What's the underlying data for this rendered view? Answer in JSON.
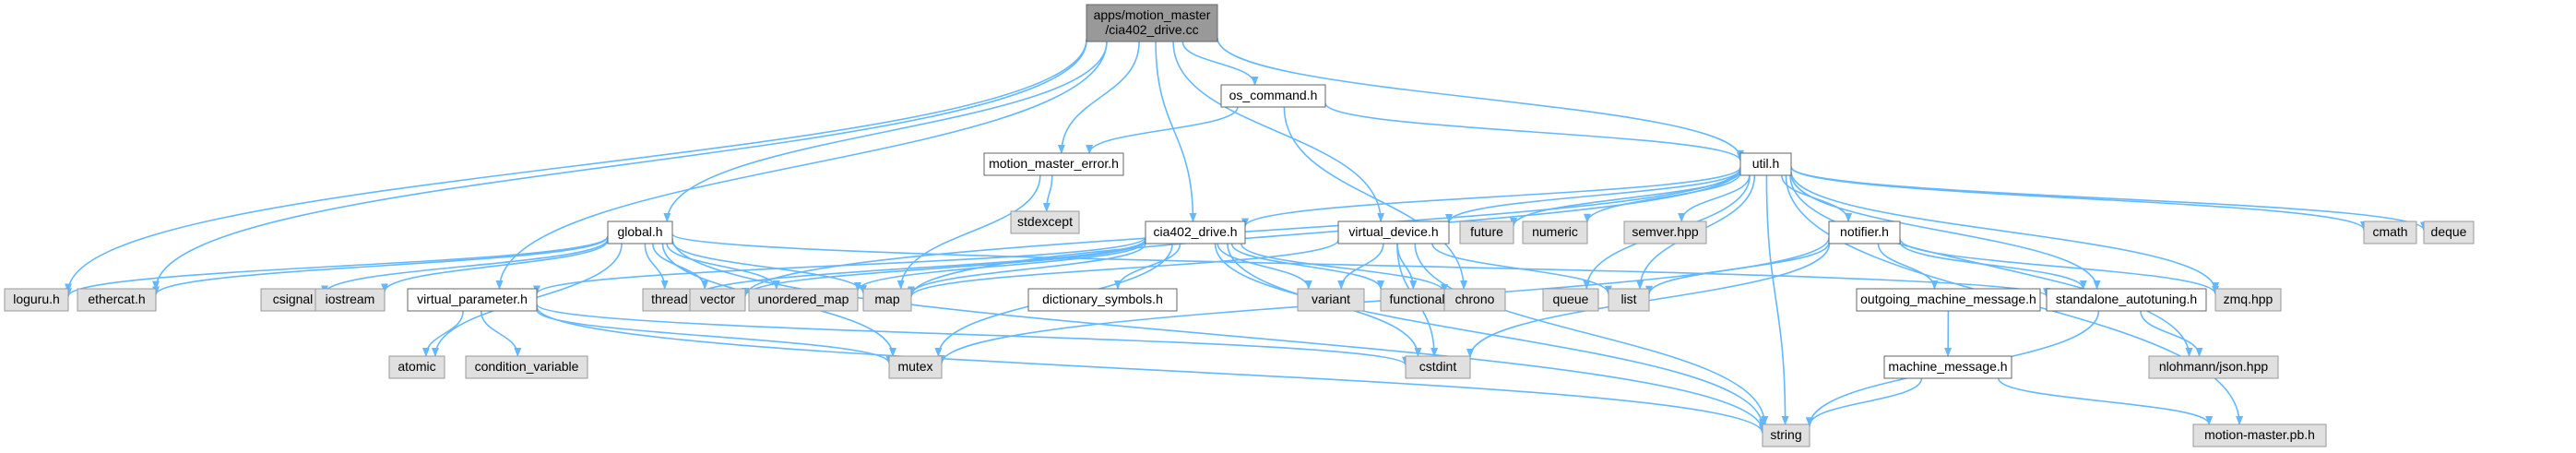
{
  "graph": {
    "type": "include-dependency-graph",
    "colors": {
      "edge": "#63b8ff",
      "root_fill": "#999999",
      "local_fill": "#ffffff",
      "system_fill": "#e0e0e0",
      "border": "#666666"
    },
    "nodes": [
      {
        "id": "root",
        "lines": [
          "apps/motion_master",
          "/cia402_drive.cc"
        ],
        "kind": "root"
      },
      {
        "id": "os_command",
        "lines": [
          "os_command.h"
        ],
        "kind": "local"
      },
      {
        "id": "motion_master_error",
        "lines": [
          "motion_master_error.h"
        ],
        "kind": "local"
      },
      {
        "id": "util",
        "lines": [
          "util.h"
        ],
        "kind": "local"
      },
      {
        "id": "stdexcept",
        "lines": [
          "stdexcept"
        ],
        "kind": "system"
      },
      {
        "id": "global",
        "lines": [
          "global.h"
        ],
        "kind": "local"
      },
      {
        "id": "cia402_drive",
        "lines": [
          "cia402_drive.h"
        ],
        "kind": "local"
      },
      {
        "id": "virtual_device",
        "lines": [
          "virtual_device.h"
        ],
        "kind": "local"
      },
      {
        "id": "future",
        "lines": [
          "future"
        ],
        "kind": "system"
      },
      {
        "id": "numeric",
        "lines": [
          "numeric"
        ],
        "kind": "system"
      },
      {
        "id": "semver",
        "lines": [
          "semver.hpp"
        ],
        "kind": "system"
      },
      {
        "id": "notifier",
        "lines": [
          "notifier.h"
        ],
        "kind": "local"
      },
      {
        "id": "cmath",
        "lines": [
          "cmath"
        ],
        "kind": "system"
      },
      {
        "id": "deque",
        "lines": [
          "deque"
        ],
        "kind": "system"
      },
      {
        "id": "loguru",
        "lines": [
          "loguru.h"
        ],
        "kind": "system"
      },
      {
        "id": "ethercat",
        "lines": [
          "ethercat.h"
        ],
        "kind": "system"
      },
      {
        "id": "csignal",
        "lines": [
          "csignal"
        ],
        "kind": "system"
      },
      {
        "id": "iostream",
        "lines": [
          "iostream"
        ],
        "kind": "system"
      },
      {
        "id": "virtual_parameter",
        "lines": [
          "virtual_parameter.h"
        ],
        "kind": "local"
      },
      {
        "id": "thread",
        "lines": [
          "thread"
        ],
        "kind": "system"
      },
      {
        "id": "vector",
        "lines": [
          "vector"
        ],
        "kind": "system"
      },
      {
        "id": "unordered_map",
        "lines": [
          "unordered_map"
        ],
        "kind": "system"
      },
      {
        "id": "map",
        "lines": [
          "map"
        ],
        "kind": "system"
      },
      {
        "id": "dictionary_symbols",
        "lines": [
          "dictionary_symbols.h"
        ],
        "kind": "local"
      },
      {
        "id": "variant",
        "lines": [
          "variant"
        ],
        "kind": "system"
      },
      {
        "id": "functional",
        "lines": [
          "functional"
        ],
        "kind": "system"
      },
      {
        "id": "chrono",
        "lines": [
          "chrono"
        ],
        "kind": "system"
      },
      {
        "id": "queue",
        "lines": [
          "queue"
        ],
        "kind": "system"
      },
      {
        "id": "list",
        "lines": [
          "list"
        ],
        "kind": "system"
      },
      {
        "id": "outgoing_machine_message",
        "lines": [
          "outgoing_machine_message.h"
        ],
        "kind": "local"
      },
      {
        "id": "standalone_autotuning",
        "lines": [
          "standalone_autotuning.h"
        ],
        "kind": "local"
      },
      {
        "id": "zmq",
        "lines": [
          "zmq.hpp"
        ],
        "kind": "system"
      },
      {
        "id": "atomic",
        "lines": [
          "atomic"
        ],
        "kind": "system"
      },
      {
        "id": "condition_variable",
        "lines": [
          "condition_variable"
        ],
        "kind": "system"
      },
      {
        "id": "mutex",
        "lines": [
          "mutex"
        ],
        "kind": "system"
      },
      {
        "id": "cstdint",
        "lines": [
          "cstdint"
        ],
        "kind": "system"
      },
      {
        "id": "machine_message",
        "lines": [
          "machine_message.h"
        ],
        "kind": "local"
      },
      {
        "id": "nlohmann_json",
        "lines": [
          "nlohmann/json.hpp"
        ],
        "kind": "system"
      },
      {
        "id": "string",
        "lines": [
          "string"
        ],
        "kind": "system"
      },
      {
        "id": "motion_master_pb",
        "lines": [
          "motion-master.pb.h"
        ],
        "kind": "system"
      }
    ],
    "edges": [
      [
        "root",
        "os_command"
      ],
      [
        "root",
        "motion_master_error"
      ],
      [
        "root",
        "util"
      ],
      [
        "root",
        "global"
      ],
      [
        "root",
        "cia402_drive"
      ],
      [
        "root",
        "virtual_device"
      ],
      [
        "root",
        "loguru"
      ],
      [
        "root",
        "ethercat"
      ],
      [
        "root",
        "virtual_parameter"
      ],
      [
        "os_command",
        "motion_master_error"
      ],
      [
        "os_command",
        "util"
      ],
      [
        "os_command",
        "chrono"
      ],
      [
        "motion_master_error",
        "stdexcept"
      ],
      [
        "motion_master_error",
        "map"
      ],
      [
        "util",
        "cia402_drive"
      ],
      [
        "util",
        "virtual_device"
      ],
      [
        "util",
        "future"
      ],
      [
        "util",
        "numeric"
      ],
      [
        "util",
        "semver"
      ],
      [
        "util",
        "notifier"
      ],
      [
        "util",
        "cmath"
      ],
      [
        "util",
        "deque"
      ],
      [
        "util",
        "vector"
      ],
      [
        "util",
        "map"
      ],
      [
        "util",
        "queue"
      ],
      [
        "util",
        "list"
      ],
      [
        "util",
        "standalone_autotuning"
      ],
      [
        "util",
        "zmq"
      ],
      [
        "util",
        "nlohmann_json"
      ],
      [
        "util",
        "string"
      ],
      [
        "util",
        "motion_master_pb"
      ],
      [
        "global",
        "loguru"
      ],
      [
        "global",
        "ethercat"
      ],
      [
        "global",
        "csignal"
      ],
      [
        "global",
        "iostream"
      ],
      [
        "global",
        "thread"
      ],
      [
        "global",
        "vector"
      ],
      [
        "global",
        "unordered_map"
      ],
      [
        "global",
        "map"
      ],
      [
        "global",
        "atomic"
      ],
      [
        "global",
        "mutex"
      ],
      [
        "global",
        "string"
      ],
      [
        "global",
        "standalone_autotuning"
      ],
      [
        "cia402_drive",
        "virtual_parameter"
      ],
      [
        "cia402_drive",
        "dictionary_symbols"
      ],
      [
        "cia402_drive",
        "variant"
      ],
      [
        "cia402_drive",
        "functional"
      ],
      [
        "cia402_drive",
        "chrono"
      ],
      [
        "cia402_drive",
        "mutex"
      ],
      [
        "cia402_drive",
        "cstdint"
      ],
      [
        "cia402_drive",
        "string"
      ],
      [
        "cia402_drive",
        "thread"
      ],
      [
        "cia402_drive",
        "unordered_map"
      ],
      [
        "cia402_drive",
        "map"
      ],
      [
        "cia402_drive",
        "vector"
      ],
      [
        "virtual_device",
        "functional"
      ],
      [
        "virtual_device",
        "variant"
      ],
      [
        "virtual_device",
        "list"
      ],
      [
        "virtual_device",
        "map"
      ],
      [
        "virtual_device",
        "cstdint"
      ],
      [
        "virtual_device",
        "string"
      ],
      [
        "notifier",
        "outgoing_machine_message"
      ],
      [
        "notifier",
        "standalone_autotuning"
      ],
      [
        "notifier",
        "zmq"
      ],
      [
        "notifier",
        "list"
      ],
      [
        "notifier",
        "mutex"
      ],
      [
        "notifier",
        "cstdint"
      ],
      [
        "virtual_parameter",
        "atomic"
      ],
      [
        "virtual_parameter",
        "condition_variable"
      ],
      [
        "virtual_parameter",
        "mutex"
      ],
      [
        "virtual_parameter",
        "cstdint"
      ],
      [
        "virtual_parameter",
        "string"
      ],
      [
        "outgoing_machine_message",
        "machine_message"
      ],
      [
        "machine_message",
        "string"
      ],
      [
        "machine_message",
        "motion_master_pb"
      ],
      [
        "standalone_autotuning",
        "nlohmann_json"
      ],
      [
        "standalone_autotuning",
        "string"
      ]
    ]
  }
}
